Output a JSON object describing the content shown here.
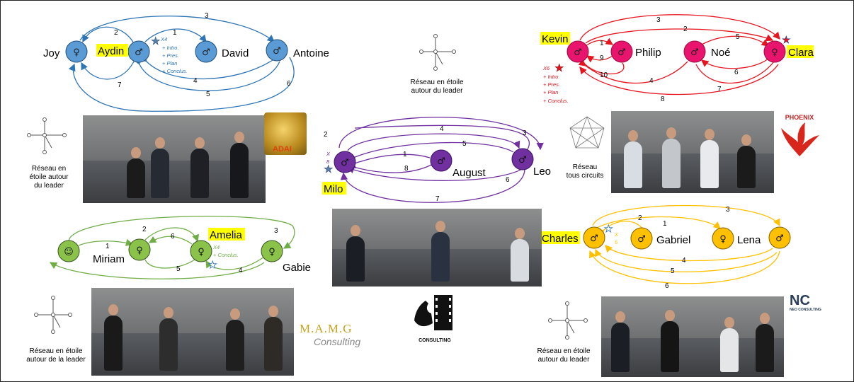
{
  "colors": {
    "blue": "#2e75b6",
    "red": "#e6141e",
    "purple": "#7030a0",
    "green": "#70ad47",
    "orange": "#ffc000",
    "highlight": "#ffff00"
  },
  "team1": {
    "names": {
      "joy": "Joy",
      "aydin": "Aydin",
      "david": "David",
      "antoine": "Antoine"
    },
    "edges": [
      "1",
      "2",
      "3",
      "4",
      "5",
      "6",
      "7"
    ],
    "leader_note": [
      "X4",
      "+ Intro.",
      "+ Pres.",
      "+ Plan",
      "+ Conclus."
    ]
  },
  "center_caption": [
    "Réseau  en étoile",
    "autour du leader"
  ],
  "team2": {
    "names": {
      "kevin": "Kevin",
      "philip": "Philip",
      "noe": "Noé",
      "clara": "Clara"
    },
    "edges": [
      "1",
      "2",
      "3",
      "4",
      "5",
      "6",
      "7",
      "8",
      "9",
      "10"
    ],
    "leader_note": [
      "X6",
      "+ Intro",
      "+ Pres.",
      "+ Plan",
      "+ Conclus."
    ]
  },
  "caption_left": [
    "Réseau  en",
    "étoile autour",
    "du leader"
  ],
  "caption_phoenix": [
    "Réseau",
    "tous circuits"
  ],
  "team3": {
    "names": {
      "milo": "Milo",
      "august": "August",
      "leo": "Leo"
    },
    "edges": [
      "1",
      "2",
      "3",
      "4",
      "5",
      "6",
      "7",
      "8"
    ],
    "leader_note": [
      "X",
      "8"
    ]
  },
  "team4": {
    "names": {
      "miriam": "Miriam",
      "amelia": "Amelia",
      "gabie": "Gabie"
    },
    "edges": [
      "1",
      "2",
      "3",
      "4",
      "5",
      "6"
    ],
    "leader_note": [
      "X4",
      "+ Conclus."
    ]
  },
  "team5": {
    "names": {
      "charles": "Charles",
      "gabriel": "Gabriel",
      "lena": "Lena"
    },
    "edges": [
      "1",
      "2",
      "3",
      "4",
      "5",
      "6"
    ],
    "leader_note": [
      "X",
      "5"
    ]
  },
  "caption_bottom_left": [
    "Réseau  en étoile",
    "autour de la leader"
  ],
  "caption_bottom_right": [
    "Réseau  en étoile",
    "autour du leader"
  ],
  "logos": {
    "adai": "ADAI",
    "phoenix": "PHOENIX",
    "mamg_line1": "M.A.M.G",
    "mamg_line2": "Consulting",
    "consulting": "CONSULTING",
    "neo_big": "NC",
    "neo_small": "NEO CONSULTING"
  },
  "icons": [
    "male-symbol-icon",
    "female-symbol-icon",
    "leader-star-icon",
    "star-network-icon",
    "complete-network-icon"
  ]
}
